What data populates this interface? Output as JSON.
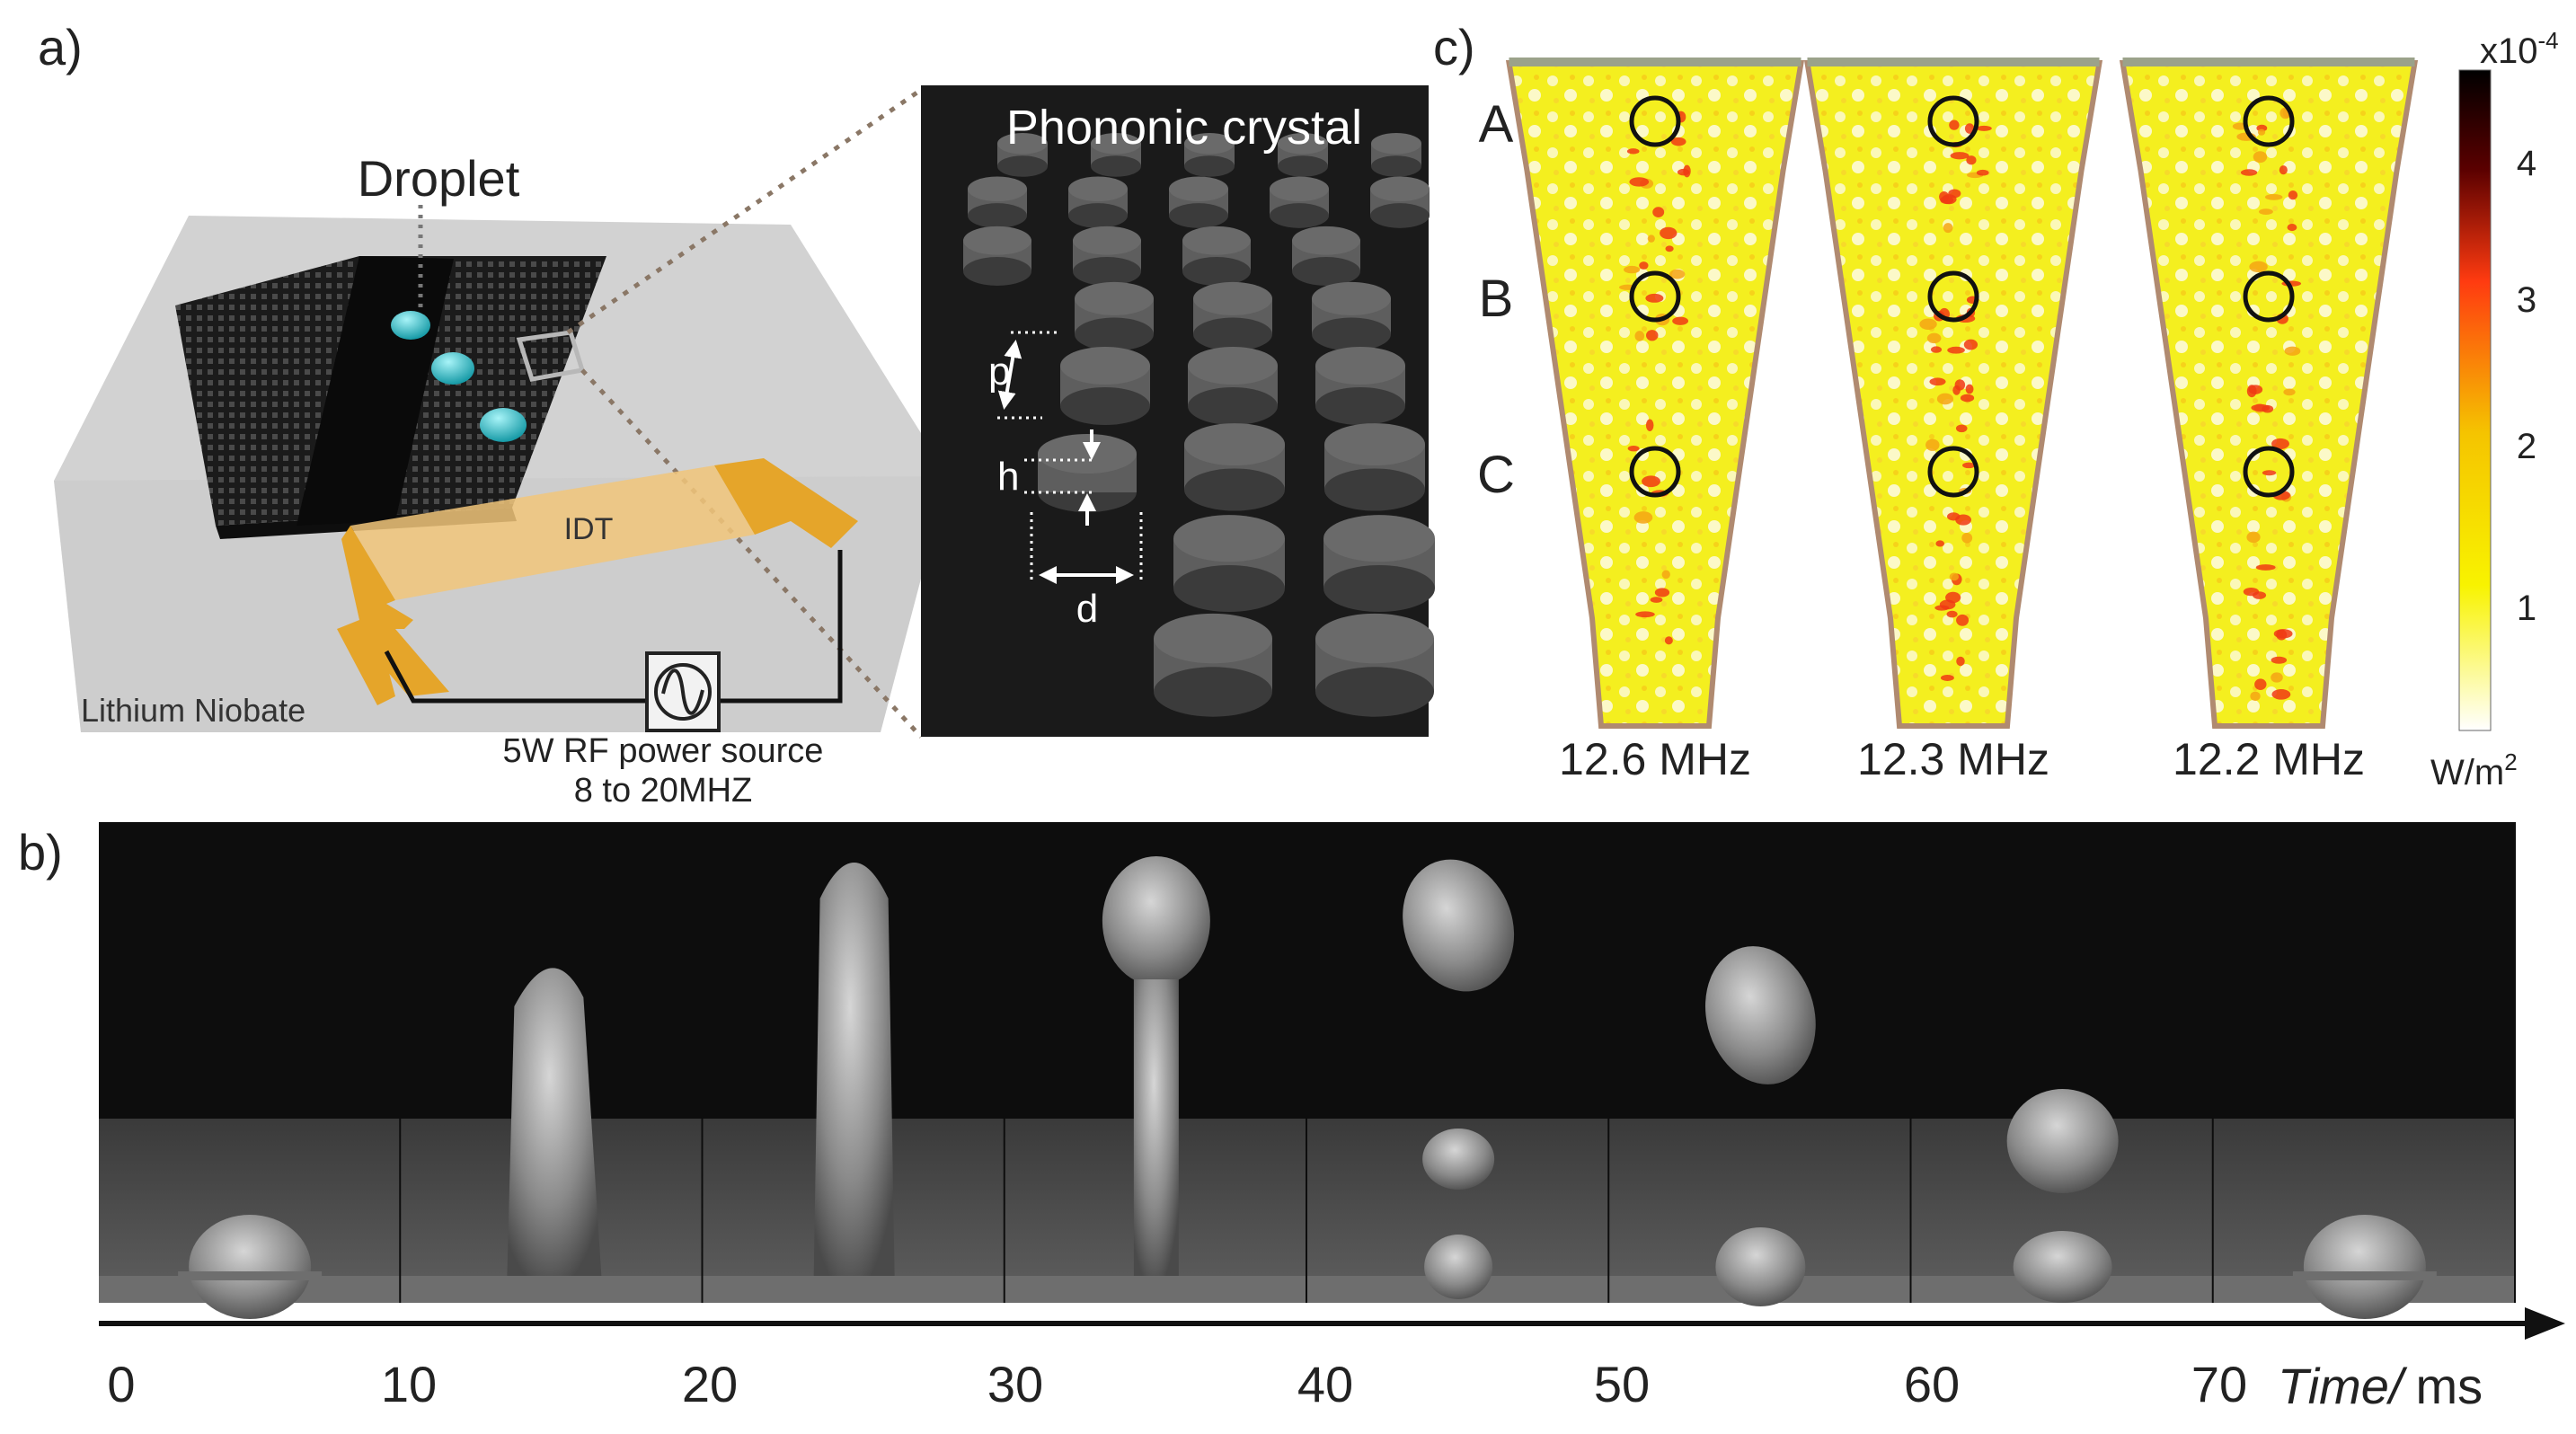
{
  "panels": {
    "a": {
      "label": "a)",
      "droplet": "Droplet",
      "phononic": "Phononic crystal",
      "idt": "IDT",
      "substrate": "Lithium Niobate",
      "source_line1": "5W RF power source",
      "source_line2": "8 to 20MHZ",
      "dim_p": "p",
      "dim_h": "h",
      "dim_d": "d",
      "droplet_color": "#3fc6cf",
      "electrode_color": "#e5a52a"
    },
    "b": {
      "label": "b)",
      "frames": [
        {
          "t": 0,
          "shape": "rest"
        },
        {
          "t": 10,
          "shape": "column"
        },
        {
          "t": 20,
          "shape": "tall-column"
        },
        {
          "t": 30,
          "shape": "pinch"
        },
        {
          "t": 40,
          "shape": "detached"
        },
        {
          "t": 50,
          "shape": "rising"
        },
        {
          "t": 60,
          "shape": "landing"
        },
        {
          "t": 70,
          "shape": "recovered"
        }
      ],
      "ticks": [
        "0",
        "10",
        "20",
        "30",
        "40",
        "50",
        "60",
        "70"
      ],
      "axis_label": "Time/",
      "axis_unit": "ms"
    },
    "c": {
      "label": "c)",
      "rows": [
        "A",
        "B",
        "C"
      ],
      "maps": [
        {
          "freq": "12.6 MHz",
          "intensity": 0.35
        },
        {
          "freq": "12.3 MHz",
          "intensity": 0.75
        },
        {
          "freq": "12.2 MHz",
          "intensity": 0.55
        }
      ],
      "colorbar": {
        "exponent": "x10",
        "exponent_sup": "-4",
        "ticks": [
          "4",
          "3",
          "2",
          "1"
        ],
        "unit": "W/m",
        "unit_sup": "2",
        "colors": [
          "#ffffff",
          "#f8f300",
          "#f5c400",
          "#ff3b10",
          "#000000"
        ]
      }
    }
  }
}
